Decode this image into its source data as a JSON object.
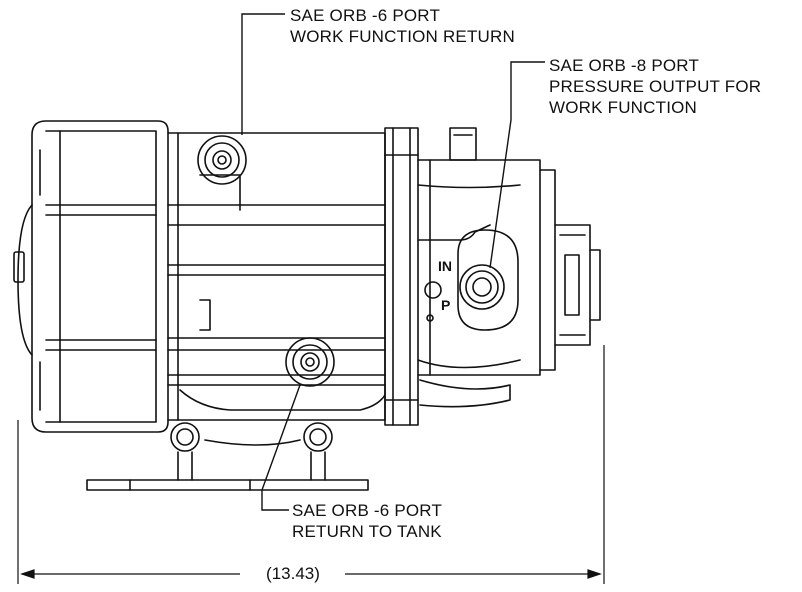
{
  "callouts": {
    "return_work": {
      "line1": "SAE ORB -6 PORT",
      "line2": "WORK FUNCTION RETURN"
    },
    "pressure_output": {
      "line1": "SAE ORB -8 PORT",
      "line2": "PRESSURE OUTPUT FOR",
      "line3": "WORK FUNCTION"
    },
    "return_tank": {
      "line1": "SAE ORB -6 PORT",
      "line2": "RETURN TO TANK"
    }
  },
  "port_labels": {
    "in": "IN",
    "p": "P"
  },
  "dimension": {
    "overall_length": "13.43"
  },
  "colors": {
    "line": "#111111",
    "background": "#ffffff"
  }
}
